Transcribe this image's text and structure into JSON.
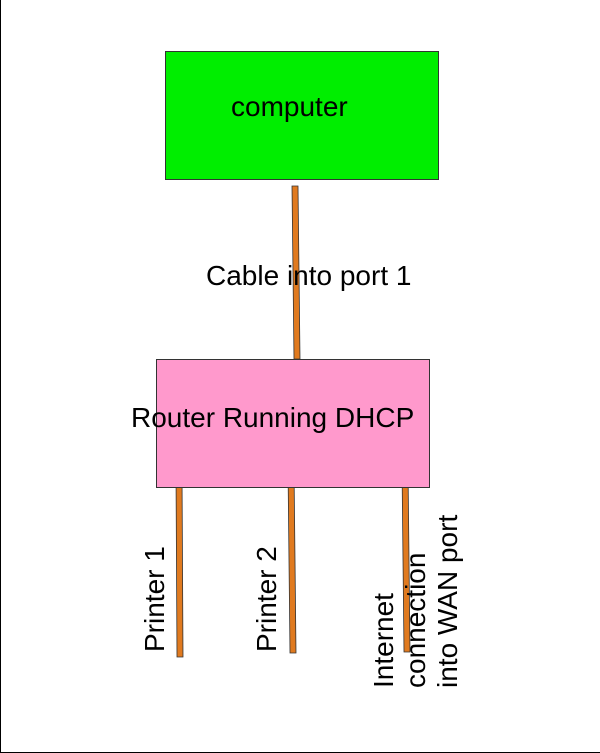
{
  "nodes": {
    "computer": "computer",
    "router": "Router Running DHCP"
  },
  "edges": {
    "cable_label": "Cable into port 1",
    "printer1_label": "Printer 1",
    "printer2_label": "Printer 2",
    "internet_label_lines": [
      "Internet",
      "connection",
      "into WAN port"
    ]
  },
  "colors": {
    "computer_fill": "#00ee00",
    "router_fill": "#ff99cc",
    "cable": "#e07a1f"
  }
}
